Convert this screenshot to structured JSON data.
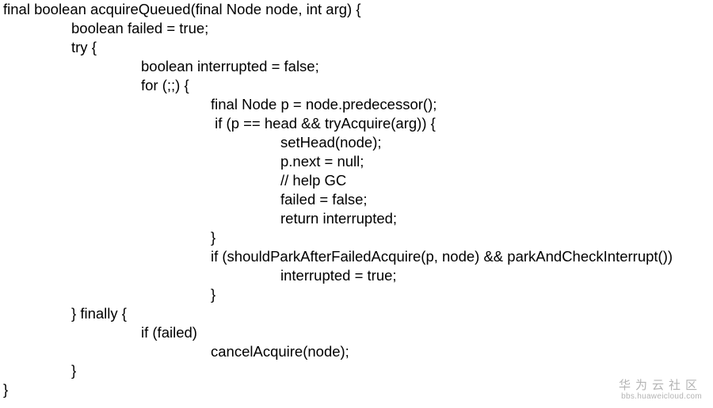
{
  "code": {
    "lines": [
      "final boolean acquireQueued(final Node node, int arg) {",
      "boolean failed = true;",
      "try {",
      "boolean interrupted = false;",
      "for (;;) {",
      "final Node p = node.predecessor();",
      " if (p == head && tryAcquire(arg)) {",
      "setHead(node);",
      "p.next = null;",
      "// help GC",
      "failed = false;",
      "return interrupted;",
      "}",
      "if (shouldParkAfterFailedAcquire(p, node) && parkAndCheckInterrupt())",
      "interrupted = true;",
      "}",
      "} finally {",
      "if (failed)",
      "cancelAcquire(node);",
      "}",
      "}"
    ]
  },
  "watermark": {
    "title": "华为云社区",
    "url": "bbs.huaweicloud.com"
  }
}
